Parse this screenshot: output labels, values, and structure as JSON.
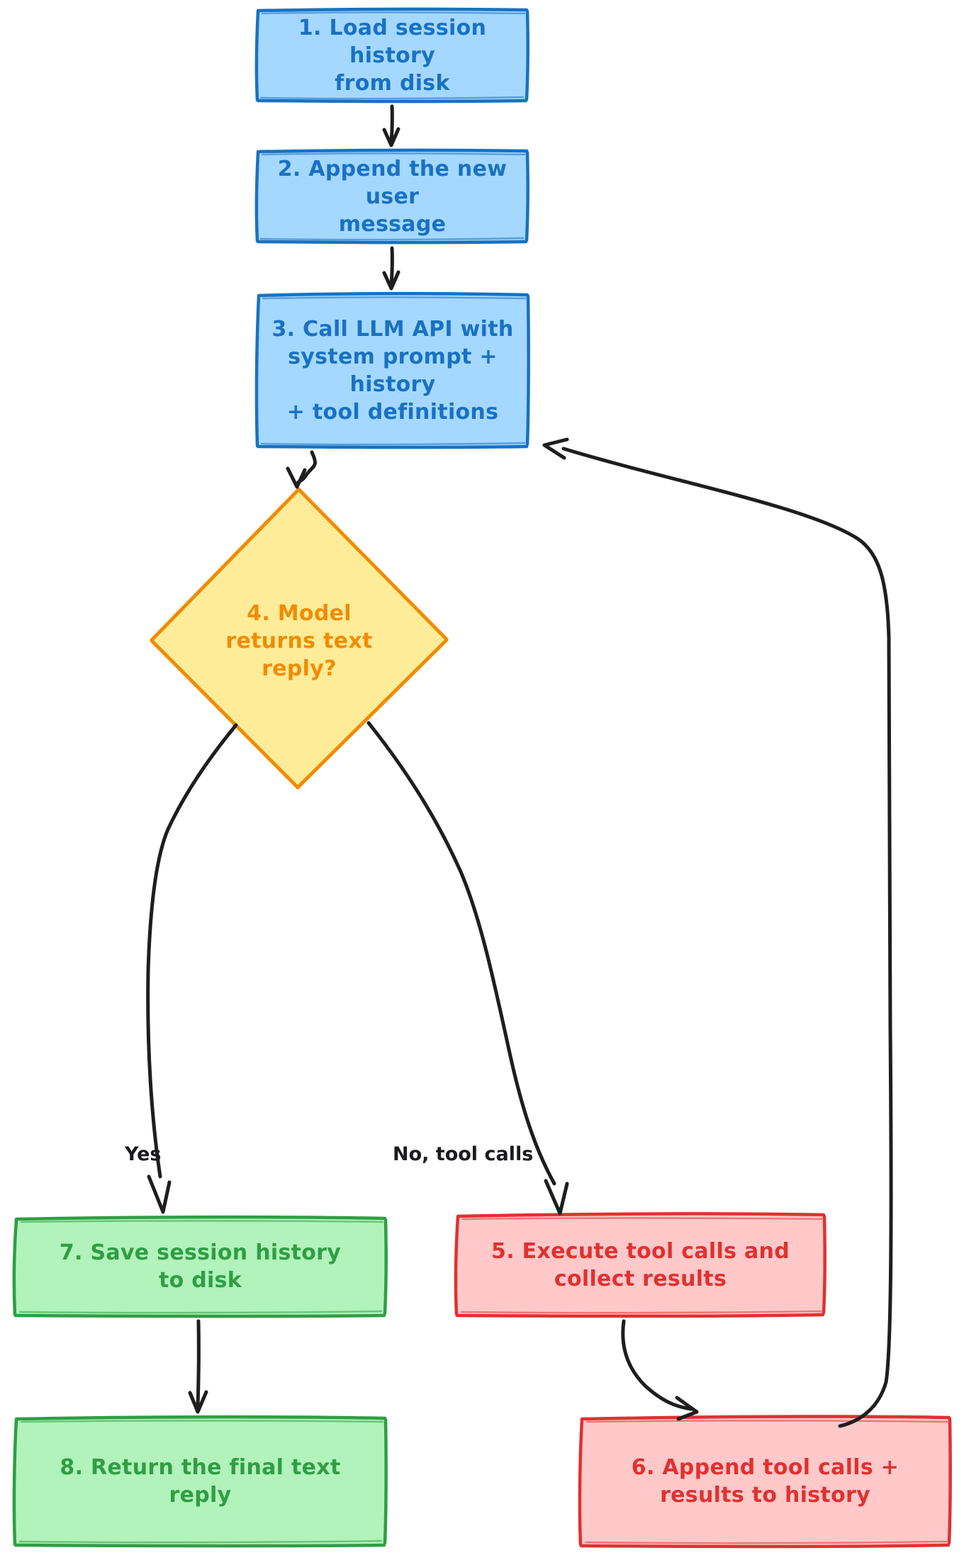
{
  "diagram": {
    "type": "flowchart",
    "orientation": "top-down",
    "background": "#ffffff",
    "style": "hand-drawn-sketch",
    "palette": {
      "blue_fill": "#a5d8ff",
      "blue_stroke": "#1971c2",
      "blue_text": "#1971c2",
      "yellow_fill": "#ffec99",
      "yellow_stroke": "#f08c00",
      "yellow_text": "#f08c00",
      "green_fill": "#b2f2bb",
      "green_stroke": "#2f9e44",
      "green_text": "#2f9e44",
      "red_fill": "#ffc9c9",
      "red_stroke": "#e03131",
      "red_text": "#e03131",
      "arrow": "#1e1e1e"
    },
    "nodes": [
      {
        "id": "n1",
        "shape": "rect",
        "color": "blue",
        "label": "1. Load session history\nfrom disk"
      },
      {
        "id": "n2",
        "shape": "rect",
        "color": "blue",
        "label": "2. Append the new user\nmessage"
      },
      {
        "id": "n3",
        "shape": "rect",
        "color": "blue",
        "label": "3. Call LLM API with\nsystem prompt + history\n+ tool definitions"
      },
      {
        "id": "n4",
        "shape": "diamond",
        "color": "yellow",
        "label": "4. Model\nreturns text\nreply?"
      },
      {
        "id": "n5",
        "shape": "rect",
        "color": "red",
        "label": "5. Execute tool calls and\ncollect results"
      },
      {
        "id": "n6",
        "shape": "rect",
        "color": "red",
        "label": "6. Append tool calls +\nresults to history"
      },
      {
        "id": "n7",
        "shape": "rect",
        "color": "green",
        "label": "7. Save session history\nto disk"
      },
      {
        "id": "n8",
        "shape": "rect",
        "color": "green",
        "label": "8. Return the final text\nreply"
      }
    ],
    "edges": [
      {
        "from": "n1",
        "to": "n2",
        "label": ""
      },
      {
        "from": "n2",
        "to": "n3",
        "label": ""
      },
      {
        "from": "n3",
        "to": "n4",
        "label": ""
      },
      {
        "from": "n4",
        "to": "n7",
        "label": "Yes"
      },
      {
        "from": "n4",
        "to": "n5",
        "label": "No, tool calls"
      },
      {
        "from": "n5",
        "to": "n6",
        "label": ""
      },
      {
        "from": "n6",
        "to": "n3",
        "label": ""
      },
      {
        "from": "n7",
        "to": "n8",
        "label": ""
      }
    ],
    "edge_labels": {
      "yes": "Yes",
      "no_tool_calls": "No, tool calls"
    }
  }
}
